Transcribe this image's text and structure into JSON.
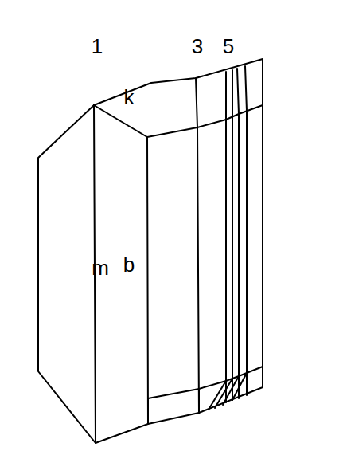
{
  "diagram": {
    "labels": [
      "1",
      "3",
      "5",
      "k",
      "m",
      "b"
    ]
  }
}
